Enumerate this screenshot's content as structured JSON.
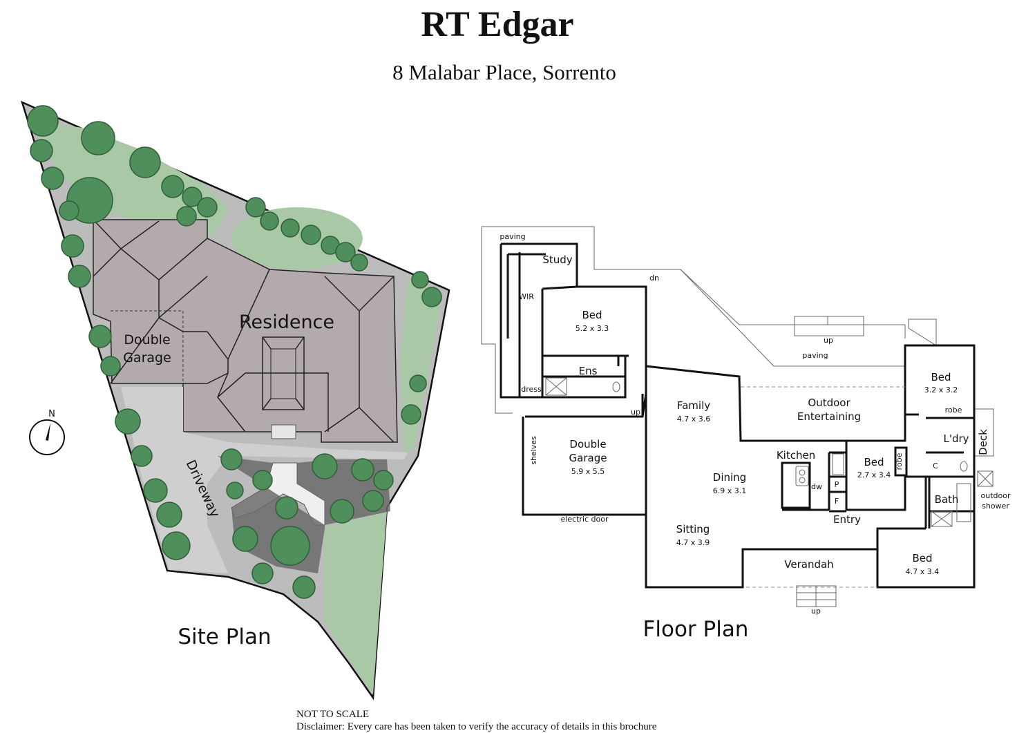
{
  "header": {
    "brand": "RT Edgar",
    "address": "8 Malabar Place, Sorrento"
  },
  "site_plan": {
    "title": "Site Plan",
    "labels": {
      "residence": "Residence",
      "garage_line1": "Double",
      "garage_line2": "Garage",
      "driveway": "Driveway"
    },
    "compass": "N",
    "colors": {
      "lawn": "#a9c8a6",
      "tree": "#4f8f5b",
      "roof": "#b3abab",
      "paving": "#c9c9c9",
      "garden_bed": "#6b6b6b"
    }
  },
  "floor_plan": {
    "title": "Floor Plan",
    "rooms": {
      "study": "Study",
      "wir": "WIR",
      "bed_master": "Bed",
      "bed_master_dim": "5.2 x 3.3",
      "ens": "Ens",
      "dress": "dress",
      "garage_line1": "Double",
      "garage_line2": "Garage",
      "garage_dim": "5.9 x 5.5",
      "shelves": "shelves",
      "electric_door": "electric door",
      "family": "Family",
      "family_dim": "4.7 x 3.6",
      "dining": "Dining",
      "dining_dim": "6.9 x 3.1",
      "sitting": "Sitting",
      "sitting_dim": "4.7 x 3.9",
      "kitchen": "Kitchen",
      "dw": "dw",
      "pantry": "P",
      "fridge": "F",
      "outdoor_line1": "Outdoor",
      "outdoor_line2": "Entertaining",
      "bed2": "Bed",
      "bed2_dim": "3.2 x 3.2",
      "bed3": "Bed",
      "bed3_dim": "2.7 x 3.4",
      "bed4": "Bed",
      "bed4_dim": "4.7 x 3.4",
      "robe": "robe",
      "robe2": "robe",
      "laundry": "L'dry",
      "linen": "C",
      "bath": "Bath",
      "deck": "Deck",
      "outdoor_shower_line1": "outdoor",
      "outdoor_shower_line2": "shower",
      "entry": "Entry",
      "verandah": "Verandah",
      "paving_top": "paving",
      "paving_rear": "paving",
      "dn": "dn",
      "up_rear": "up",
      "up_garage": "up",
      "up_front": "up"
    }
  },
  "footer": {
    "not_to_scale": "NOT TO SCALE",
    "disclaimer": "Disclaimer: Every care has been taken to verify the accuracy of details in this brochure"
  }
}
